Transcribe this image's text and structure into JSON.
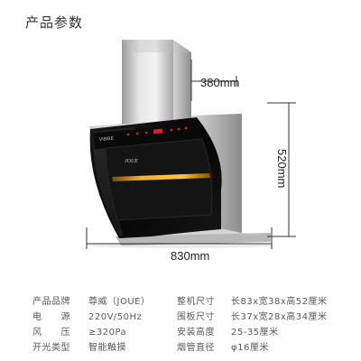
{
  "title": "产品参数",
  "dimensions": {
    "depth": "380mm",
    "height": "520mm",
    "width": "830mm"
  },
  "panel": {
    "brand_mark": "VIBIBE",
    "logo": "JOUE"
  },
  "specs_left": [
    {
      "label": "产品品牌",
      "value": "尊威（JOUE）"
    },
    {
      "label": "电　　源",
      "value": "220V/50Hz"
    },
    {
      "label": "风　　压",
      "value": "≥320Pa"
    },
    {
      "label": "开光类型",
      "value": "智能触摸"
    }
  ],
  "specs_right": [
    {
      "label": "整机尺寸",
      "value": "长83x宽38x高52厘米"
    },
    {
      "label": "围板尺寸",
      "value": "长37x宽28x高34厘米"
    },
    {
      "label": "安装高度",
      "value": "25-35厘米"
    },
    {
      "label": "烟管直径",
      "value": "φ16厘米"
    }
  ],
  "colors": {
    "glass": "#0b0b0b",
    "steel": "#c8c8c8",
    "accent_strip": "#f0a020",
    "panel_lights": "#d8202a"
  }
}
